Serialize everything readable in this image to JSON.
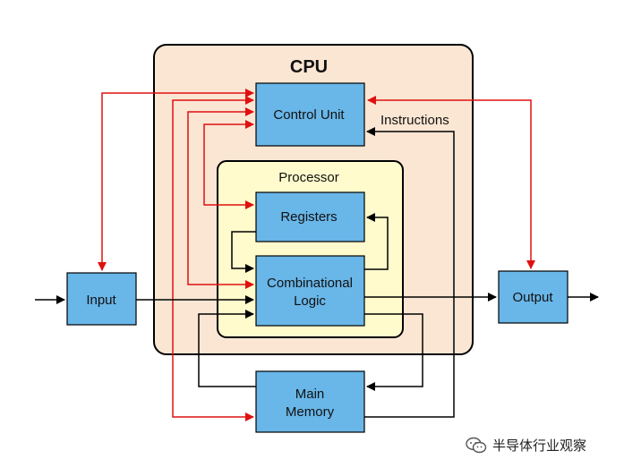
{
  "diagram": {
    "cpu_title": "CPU",
    "processor_label": "Processor",
    "blocks": {
      "control_unit": "Control Unit",
      "registers": "Registers",
      "comb_logic_line1": "Combinational",
      "comb_logic_line2": "Logic",
      "input": "Input",
      "output": "Output",
      "memory_line1": "Main",
      "memory_line2": "Memory"
    },
    "instructions_label": "Instructions"
  },
  "colors": {
    "cpu_fill": "#fbe6d4",
    "processor_fill": "#fffbcc",
    "block_fill": "#69b6e8",
    "control_arrow": "#e01010",
    "data_arrow": "#000000"
  },
  "watermark": {
    "icon": "wechat-icon",
    "text": "半导体行业观察"
  }
}
